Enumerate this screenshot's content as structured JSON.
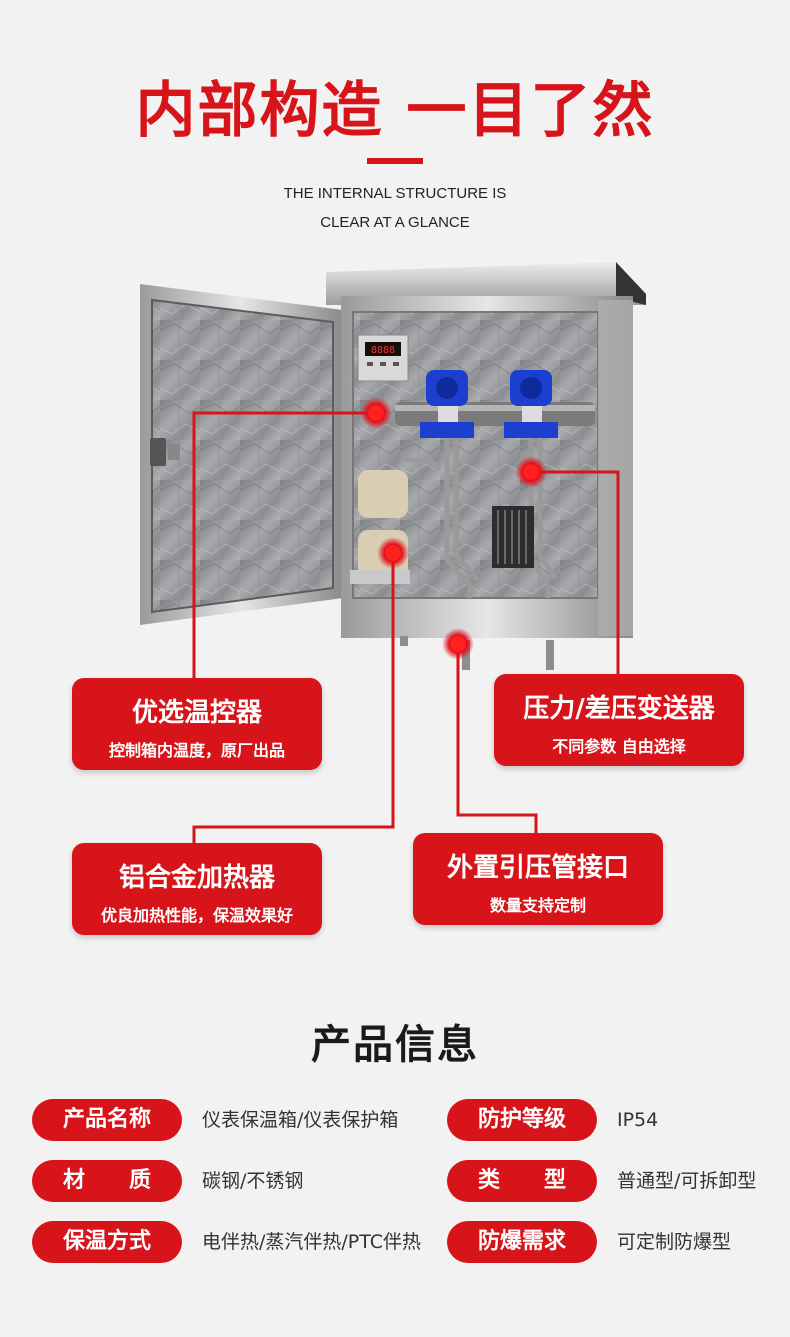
{
  "header": {
    "title": "内部构造 一目了然",
    "subtitle_line1": "THE INTERNAL STRUCTURE IS",
    "subtitle_line2": "CLEAR AT A GLANCE"
  },
  "illustration": {
    "controller_display": "8888"
  },
  "callouts": [
    {
      "title": "优选温控器",
      "sub": "控制箱内温度，原厂出品"
    },
    {
      "title": "压力/差压变送器",
      "sub": "不同参数 自由选择"
    },
    {
      "title": "铝合金加热器",
      "sub": "优良加热性能，保温效果好"
    },
    {
      "title": "外置引压管接口",
      "sub": "数量支持定制"
    }
  ],
  "info": {
    "title": "产品信息",
    "rows": [
      {
        "label": "产品名称",
        "value": "仪表保温箱/仪表保护箱"
      },
      {
        "label": "防护等级",
        "value": "IP54"
      },
      {
        "label": "材　　质",
        "value": "碳钢/不锈钢"
      },
      {
        "label": "类　　型",
        "value": "普通型/可拆卸型"
      },
      {
        "label": "保温方式",
        "value": "电伴热/蒸汽伴热/PTC伴热"
      },
      {
        "label": "防爆需求",
        "value": "可定制防爆型"
      }
    ]
  },
  "colors": {
    "accent": "#d7141a",
    "transmitter": "#1c3fd0",
    "background": "#f2f2f2"
  }
}
